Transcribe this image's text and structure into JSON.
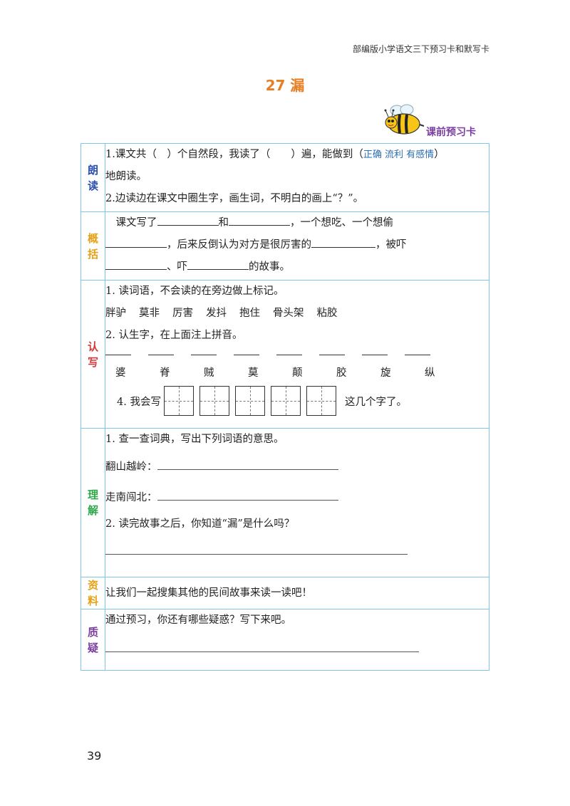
{
  "header": {
    "book_title": "部编版小学语文三下预习卡和默写卡"
  },
  "lesson": {
    "title": "27 漏"
  },
  "badge": {
    "label": "课前预习卡",
    "icon": "bee-icon"
  },
  "sections": {
    "reading": {
      "side_top": "朗",
      "side_bottom": "读",
      "side_color": "#2a4fb0",
      "line1_a": "1.课文共（　）个自然段，我读了（　　）遍，能做到（",
      "line1_options": "正确 流利 有感情",
      "line1_b": "）",
      "line2": "地朗读。",
      "line3": "2.边读边在课文中圈生字，画生词，不明白的画上“？”。"
    },
    "summary": {
      "side_top": "概",
      "side_bottom": "括",
      "side_color": "#e6a217",
      "l1_a": "　课文写了",
      "l1_b": "和",
      "l1_c": "，一个想吃、一个想偷",
      "l2_a": "，后来反倒认为对方是很厉害的",
      "l2_b": "，被吓",
      "l3_a": "、吓",
      "l3_b": "的故事。"
    },
    "recognize": {
      "side_top": "认",
      "side_bottom": "写",
      "side_color": "#d23a3a",
      "q1": "1. 读词语，不会读的在旁边做上标记。",
      "words": [
        "胖驴",
        "莫非",
        "厉害",
        "发抖",
        "抱住",
        "骨头架",
        "粘胶"
      ],
      "q2": "2. 认生字，在上面注上拼音。",
      "chars": [
        "婆",
        "脊",
        "贼",
        "莫",
        "颠",
        "胶",
        "旋",
        "纵"
      ],
      "q4_a": "4. 我会写",
      "q4_b": "这几个字了。"
    },
    "understand": {
      "side_top": "理",
      "side_bottom": "解",
      "side_color": "#2fa84a",
      "q1": "1. 查一查词典，写出下列词语的意思。",
      "term1": "翻山越岭：",
      "term2": "走南闯北：",
      "q2": "2. 读完故事之后，你知道“漏”是什么吗？"
    },
    "material": {
      "side_top": "资",
      "side_bottom": "料",
      "side_color": "#e6a217",
      "text": "让我们一起搜集其他的民间故事来读一读吧！"
    },
    "question": {
      "side_top": "质",
      "side_bottom": "疑",
      "side_color": "#7b3fa0",
      "text": "通过预习，你还有哪些疑惑？写下来吧。"
    }
  },
  "footer": {
    "page_number": "39"
  }
}
